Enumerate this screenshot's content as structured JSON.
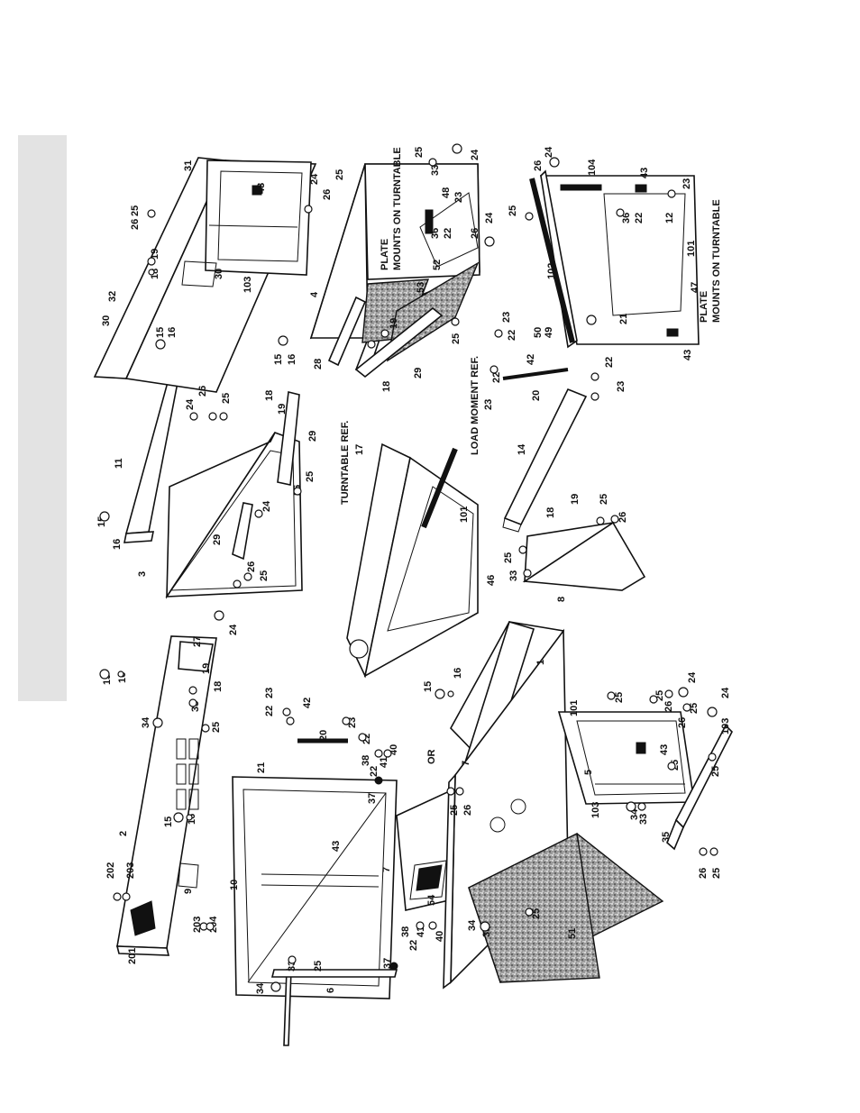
{
  "sheet": {
    "labels": {
      "plate_mounts_top": "PLATE\nMOUNTS ON TURNTABLE",
      "plate_mounts_right": "PLATE\nMOUNTS ON TURNTABLE",
      "load_moment_ref": "LOAD MOMENT REF.",
      "turntable_ref": "TURNTABLE REF.",
      "or_label": "OR"
    },
    "part_callouts": [
      "1",
      "2",
      "3",
      "4",
      "5",
      "6",
      "7",
      "7",
      "8",
      "9",
      "10",
      "11",
      "12",
      "14",
      "15",
      "15",
      "15",
      "15",
      "15",
      "16",
      "16",
      "16",
      "16",
      "16",
      "17",
      "18",
      "18",
      "18",
      "18",
      "19",
      "19",
      "19",
      "19",
      "20",
      "20",
      "21",
      "21",
      "22",
      "22",
      "22",
      "22",
      "22",
      "22",
      "22",
      "23",
      "23",
      "23",
      "23",
      "23",
      "23",
      "24",
      "24",
      "24",
      "24",
      "24",
      "24",
      "24",
      "25",
      "25",
      "25",
      "25",
      "25",
      "25",
      "25",
      "25",
      "25",
      "25",
      "25",
      "25",
      "25",
      "25",
      "25",
      "25",
      "26",
      "26",
      "26",
      "26",
      "26",
      "26",
      "26",
      "26",
      "26",
      "27",
      "28",
      "29",
      "29",
      "29",
      "30",
      "30",
      "31",
      "32",
      "33",
      "33",
      "33",
      "33",
      "33",
      "33",
      "34",
      "34",
      "34",
      "35",
      "36",
      "36",
      "37",
      "37",
      "38",
      "38",
      "40",
      "40",
      "41",
      "41",
      "42",
      "42",
      "43",
      "43",
      "43",
      "43",
      "43",
      "46",
      "47",
      "48",
      "49",
      "50",
      "51",
      "52",
      "53",
      "54",
      "101",
      "101",
      "101",
      "102",
      "103",
      "103",
      "103",
      "104",
      "201",
      "202",
      "203",
      "203",
      "204"
    ]
  }
}
